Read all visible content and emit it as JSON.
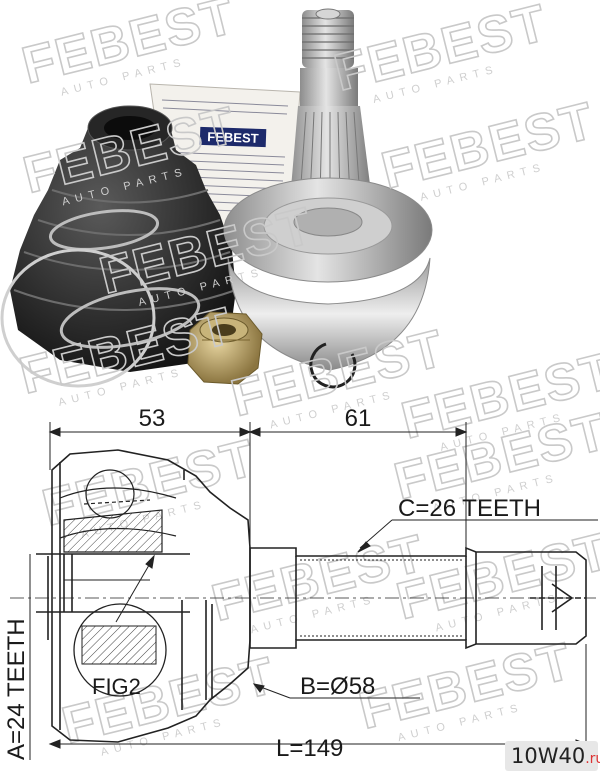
{
  "watermark": {
    "brand": "FEBEST",
    "tagline": "AUTO PARTS"
  },
  "product_photo": {
    "grease_pack_label": "FEBEST"
  },
  "drawing": {
    "dim_left_length": "53",
    "dim_right_length": "61",
    "teeth_c_label": "C=26 TEETH",
    "teeth_a_label": "A=24 TEETH",
    "diameter_label": "B=Ø58",
    "total_length_label": "L=149",
    "figure_label": "FIG2"
  },
  "site_badge": {
    "name": "10W40",
    "tld": ".ru"
  }
}
